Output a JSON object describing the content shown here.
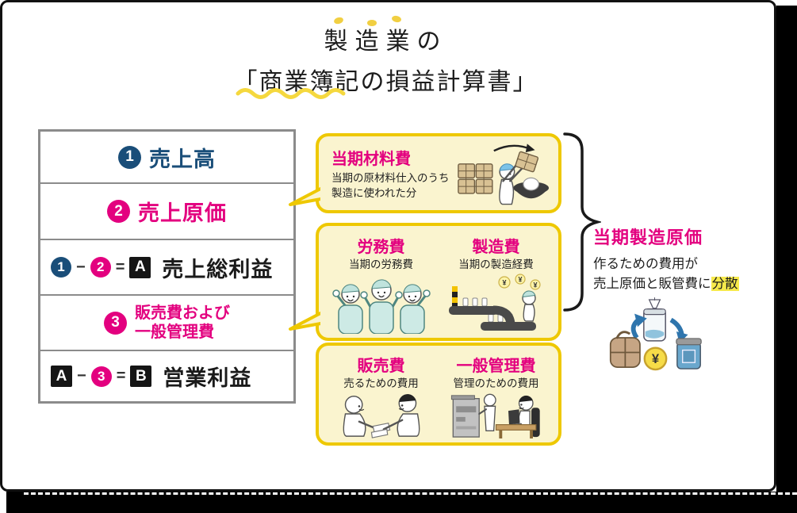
{
  "title": {
    "line1": "製造業の",
    "line2": "「商業簿記の損益計算書」"
  },
  "ops": {
    "minus": "−",
    "equals": "="
  },
  "table": {
    "rows": [
      {
        "num": "1",
        "label": "売上高"
      },
      {
        "num": "2",
        "label": "売上原価"
      },
      {
        "t1": "1",
        "t2": "2",
        "t3": "A",
        "label": "売上総利益"
      },
      {
        "num": "3",
        "label1": "販売費および",
        "label2": "一般管理費"
      },
      {
        "t1": "A",
        "t2": "3",
        "t3": "B",
        "label": "営業利益"
      }
    ]
  },
  "bubbles": {
    "materials": {
      "title": "当期材料費",
      "body1": "当期の原材料仕入のうち",
      "body2": "製造に使われた分"
    },
    "labor": {
      "title": "労務費",
      "body": "当期の労務費"
    },
    "manufacturing": {
      "title": "製造費",
      "body": "当期の製造経費"
    },
    "selling": {
      "title": "販売費",
      "body": "売るための費用"
    },
    "admin": {
      "title": "一般管理費",
      "body": "管理のための費用"
    }
  },
  "annotation": {
    "title": "当期製造原価",
    "line1": "作るための費用が",
    "line2_prefix": "売上原価と販管費に",
    "line2_highlight": "分散"
  },
  "symbols": {
    "yen": "¥"
  },
  "colors": {
    "navy_blue": "#1a4e79",
    "magenta_pink": "#e3007f",
    "bubble_border": "#eec800",
    "bubble_fill": "#faf4cf",
    "highlight_yellow": "#f6e94b",
    "table_border": "#8b8b8b",
    "accent_yellow": "#f1cf42"
  }
}
